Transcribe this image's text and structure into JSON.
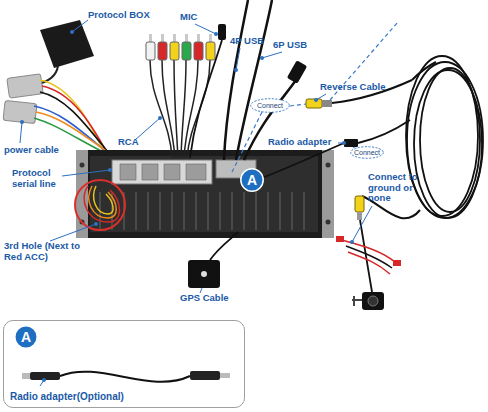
{
  "diagram": {
    "nodes": [
      {
        "text": [
          "Connect"
        ]
      },
      {
        "text": [
          "Connect"
        ]
      },
      {
        "text": [
          "A"
        ]
      },
      {
        "text": [
          "Radio adapter(Optional)"
        ]
      },
      {
        "text": [
          "A"
        ],
        "in": 3
      }
    ],
    "labels": [
      "MIC",
      "Protocol BOX",
      "4P USB",
      "6P USB",
      "Reverse Cable",
      "RCA",
      "Radio adapter",
      "power cable",
      "Protocol serial line",
      "Connect to ground or none",
      "3rd Hole (Next to Red ACC)",
      "GPS Cable"
    ]
  }
}
